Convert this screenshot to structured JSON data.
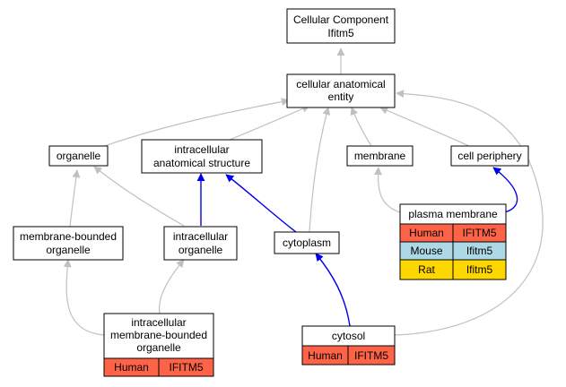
{
  "nodes": {
    "root": {
      "lines": [
        "Cellular Component",
        "Ifitm5"
      ]
    },
    "cae": {
      "lines": [
        "cellular anatomical",
        "entity"
      ]
    },
    "organelle": {
      "lines": [
        "organelle"
      ]
    },
    "ias": {
      "lines": [
        "intracellular",
        "anatomical structure"
      ]
    },
    "membrane": {
      "lines": [
        "membrane"
      ]
    },
    "cell_periphery": {
      "lines": [
        "cell periphery"
      ]
    },
    "mbo": {
      "lines": [
        "membrane-bounded",
        "organelle"
      ]
    },
    "io": {
      "lines": [
        "intracellular",
        "organelle"
      ]
    },
    "cytoplasm": {
      "lines": [
        "cytoplasm"
      ]
    },
    "plasma_membrane": {
      "lines": [
        "plasma membrane"
      ],
      "rows": [
        {
          "species": "Human",
          "gene": "IFITM5",
          "color": "#ff6347"
        },
        {
          "species": "Mouse",
          "gene": "Ifitm5",
          "color": "#add8e6"
        },
        {
          "species": "Rat",
          "gene": "Ifitm5",
          "color": "#ffd700"
        }
      ]
    },
    "imbo": {
      "lines": [
        "intracellular",
        "membrane-bounded",
        "organelle"
      ],
      "rows": [
        {
          "species": "Human",
          "gene": "IFITM5",
          "color": "#ff6347"
        }
      ]
    },
    "cytosol": {
      "lines": [
        "cytosol"
      ],
      "rows": [
        {
          "species": "Human",
          "gene": "IFITM5",
          "color": "#ff6347"
        }
      ]
    }
  },
  "colors": {
    "is_a_edge": "#c0c0c0",
    "part_of_edge": "#0000ee",
    "human": "#ff6347",
    "mouse": "#add8e6",
    "rat": "#ffd700"
  }
}
